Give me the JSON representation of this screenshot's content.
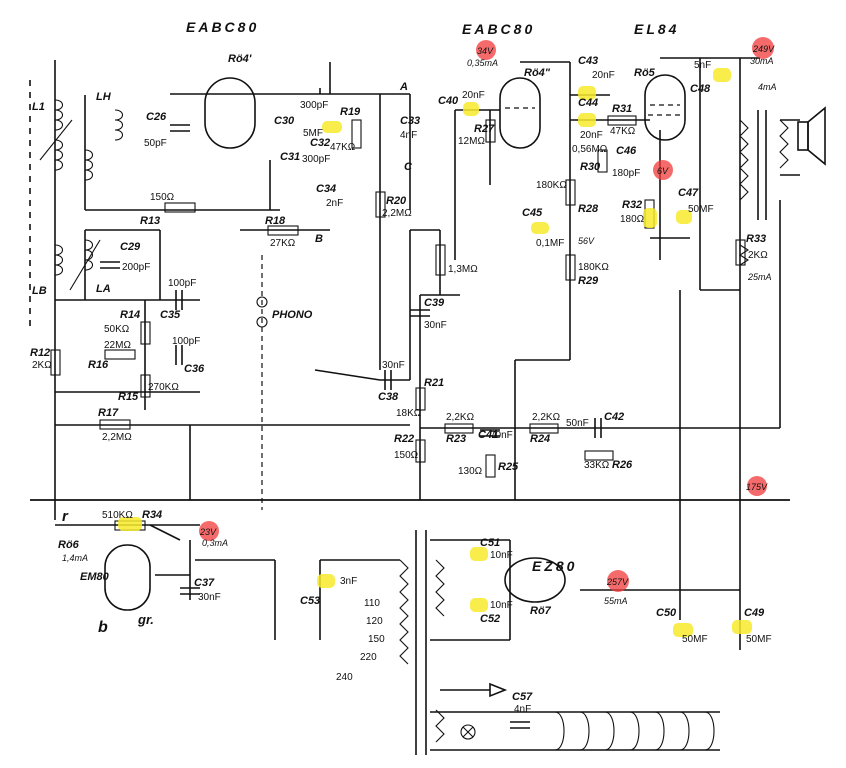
{
  "tubes": {
    "eabc80_left": "EABC80",
    "eabc80_right": "EABC80",
    "el84": "EL84",
    "ez80": "EZ80",
    "em80": "EM80"
  },
  "tube_refs": {
    "ro4a": "Rö4'",
    "ro4b": "Rö4\"",
    "ro5": "Rö5",
    "ro6": "Rö6",
    "ro7": "Rö7"
  },
  "voltages": {
    "v34": "34V",
    "v34_current": "0,35mA",
    "v249": "249V",
    "v249_current": "30mA",
    "v6": "6V",
    "v175": "175V",
    "v257": "257V",
    "v257_current": "55mA",
    "v23": "23V",
    "v23_current": "0,3mA",
    "v56": "56V",
    "i4ma": "4mA",
    "i25ma": "25mA",
    "i14ma": "1,4mA"
  },
  "nodes": {
    "a": "A",
    "b": "B",
    "c": "C",
    "phono": "PHONO",
    "r_label": "r"
  },
  "components": {
    "c26": "C26",
    "c26v": "50pF",
    "c30": "C30",
    "c30v": "300pF",
    "c32": "C32",
    "c32v": "5MF",
    "c31": "C31",
    "c31v": "300pF",
    "r19": "R19",
    "r19v": "47KΩ",
    "c33": "C33",
    "c33v": "4nF",
    "c34": "C34",
    "c34v": "2nF",
    "r20": "R20",
    "r20v": "2,2MΩ",
    "r13": "R13",
    "r13v": "150Ω",
    "r18": "R18",
    "r18v": "27KΩ",
    "c29": "C29",
    "c29v": "200pF",
    "lh": "LH",
    "la": "LA",
    "l1": "L1",
    "lb": "LB",
    "c35": "C35",
    "c35v": "100pF",
    "r14": "R14",
    "r14v": "50KΩ",
    "r16": "R16",
    "r16v": "22MΩ",
    "c36": "C36",
    "c36v": "100pF",
    "r15": "R15",
    "r15v": "270KΩ",
    "r12": "R12",
    "r12v": "2KΩ",
    "r17": "R17",
    "r17v": "2,2MΩ",
    "c40": "C40",
    "c40v": "20nF",
    "r27": "R27",
    "r27v": "12MΩ",
    "c43": "C43",
    "c43v": "20nF",
    "c44": "C44",
    "c44v": "20nF",
    "r31": "R31",
    "r31v": "47KΩ",
    "r30": "R30",
    "r30v": "0,56MΩ",
    "c46": "C46",
    "c46v": "180pF",
    "c48": "C48",
    "c48v": "5nF",
    "r28": "R28",
    "r28v": "180KΩ",
    "c45": "C45",
    "c45v": "0,1MF",
    "r29": "R29",
    "r29v": "180KΩ",
    "r32": "R32",
    "r32v": "180Ω",
    "c47": "C47",
    "c47v": "50MF",
    "r33": "R33",
    "r33v": "2KΩ",
    "pot": "1,3MΩ",
    "c39": "C39",
    "c39v": "30nF",
    "c38": "C38",
    "c38v": "30nF",
    "r21": "R21",
    "r21v": "18KΩ",
    "r22": "R22",
    "r22v": "150Ω",
    "r23": "R23",
    "r23v": "2,2KΩ",
    "c41": "C41",
    "c41v": "70nF",
    "r25": "R25",
    "r25v": "130Ω",
    "r24": "R24",
    "r24v": "2,2KΩ",
    "c42": "C42",
    "c42v": "50nF",
    "r26": "R26",
    "r26v": "33KΩ",
    "r34": "R34",
    "r34v": "510KΩ",
    "c37": "C37",
    "c37v": "30nF",
    "c53": "C53",
    "c53v": "3nF",
    "c51": "C51",
    "c51v": "10nF",
    "c52": "C52",
    "c52v": "10nF",
    "c50": "C50",
    "c50v": "50MF",
    "c49": "C49",
    "c49v": "50MF",
    "c57": "C57",
    "c57v": "4nF"
  },
  "mains_taps": [
    "110",
    "120",
    "150",
    "220",
    "240"
  ],
  "handwriting": {
    "b": "b",
    "gr": "gr."
  },
  "highlight_colors": {
    "voltage": "#f23a3a",
    "capacitor": "#f7ea2a"
  }
}
